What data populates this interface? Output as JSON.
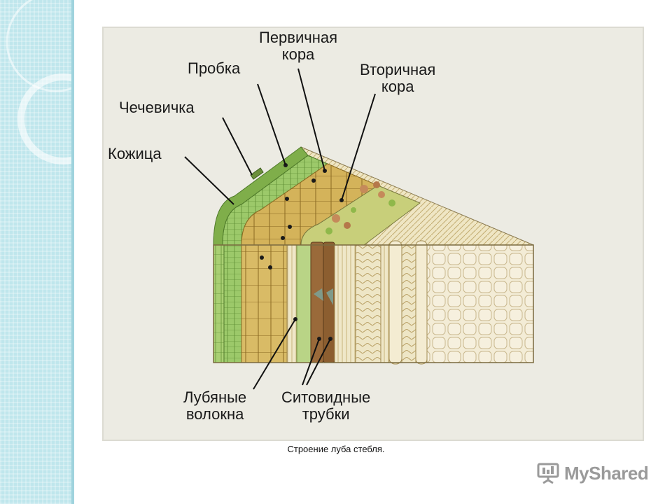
{
  "diagram": {
    "labels": {
      "primary_cortex_1": "Первичная",
      "primary_cortex_2": "кора",
      "cork": "Пробка",
      "secondary_cortex_1": "Вторичная",
      "secondary_cortex_2": "кора",
      "lenticel": "Чечевичка",
      "epidermis": "Кожица",
      "bast_fibers_1": "Лубяные",
      "bast_fibers_2": "волокна",
      "sieve_tubes_1": "Ситовидные",
      "sieve_tubes_2": "трубки"
    },
    "caption": "Строение луба стебля."
  },
  "logo": {
    "text": "MyShared",
    "icon": "presentation-board-icon"
  },
  "colors": {
    "side_strip": "#bfe6ec",
    "panel": "#ecebe3",
    "epidermis": "#7fae4a",
    "cork": "#9cc96a",
    "primary_cortex": "#d4b35a",
    "phloem_dark": "#9a6a3a",
    "secondary_light": "#e9e0b8",
    "wood": "#f3ecd6"
  }
}
